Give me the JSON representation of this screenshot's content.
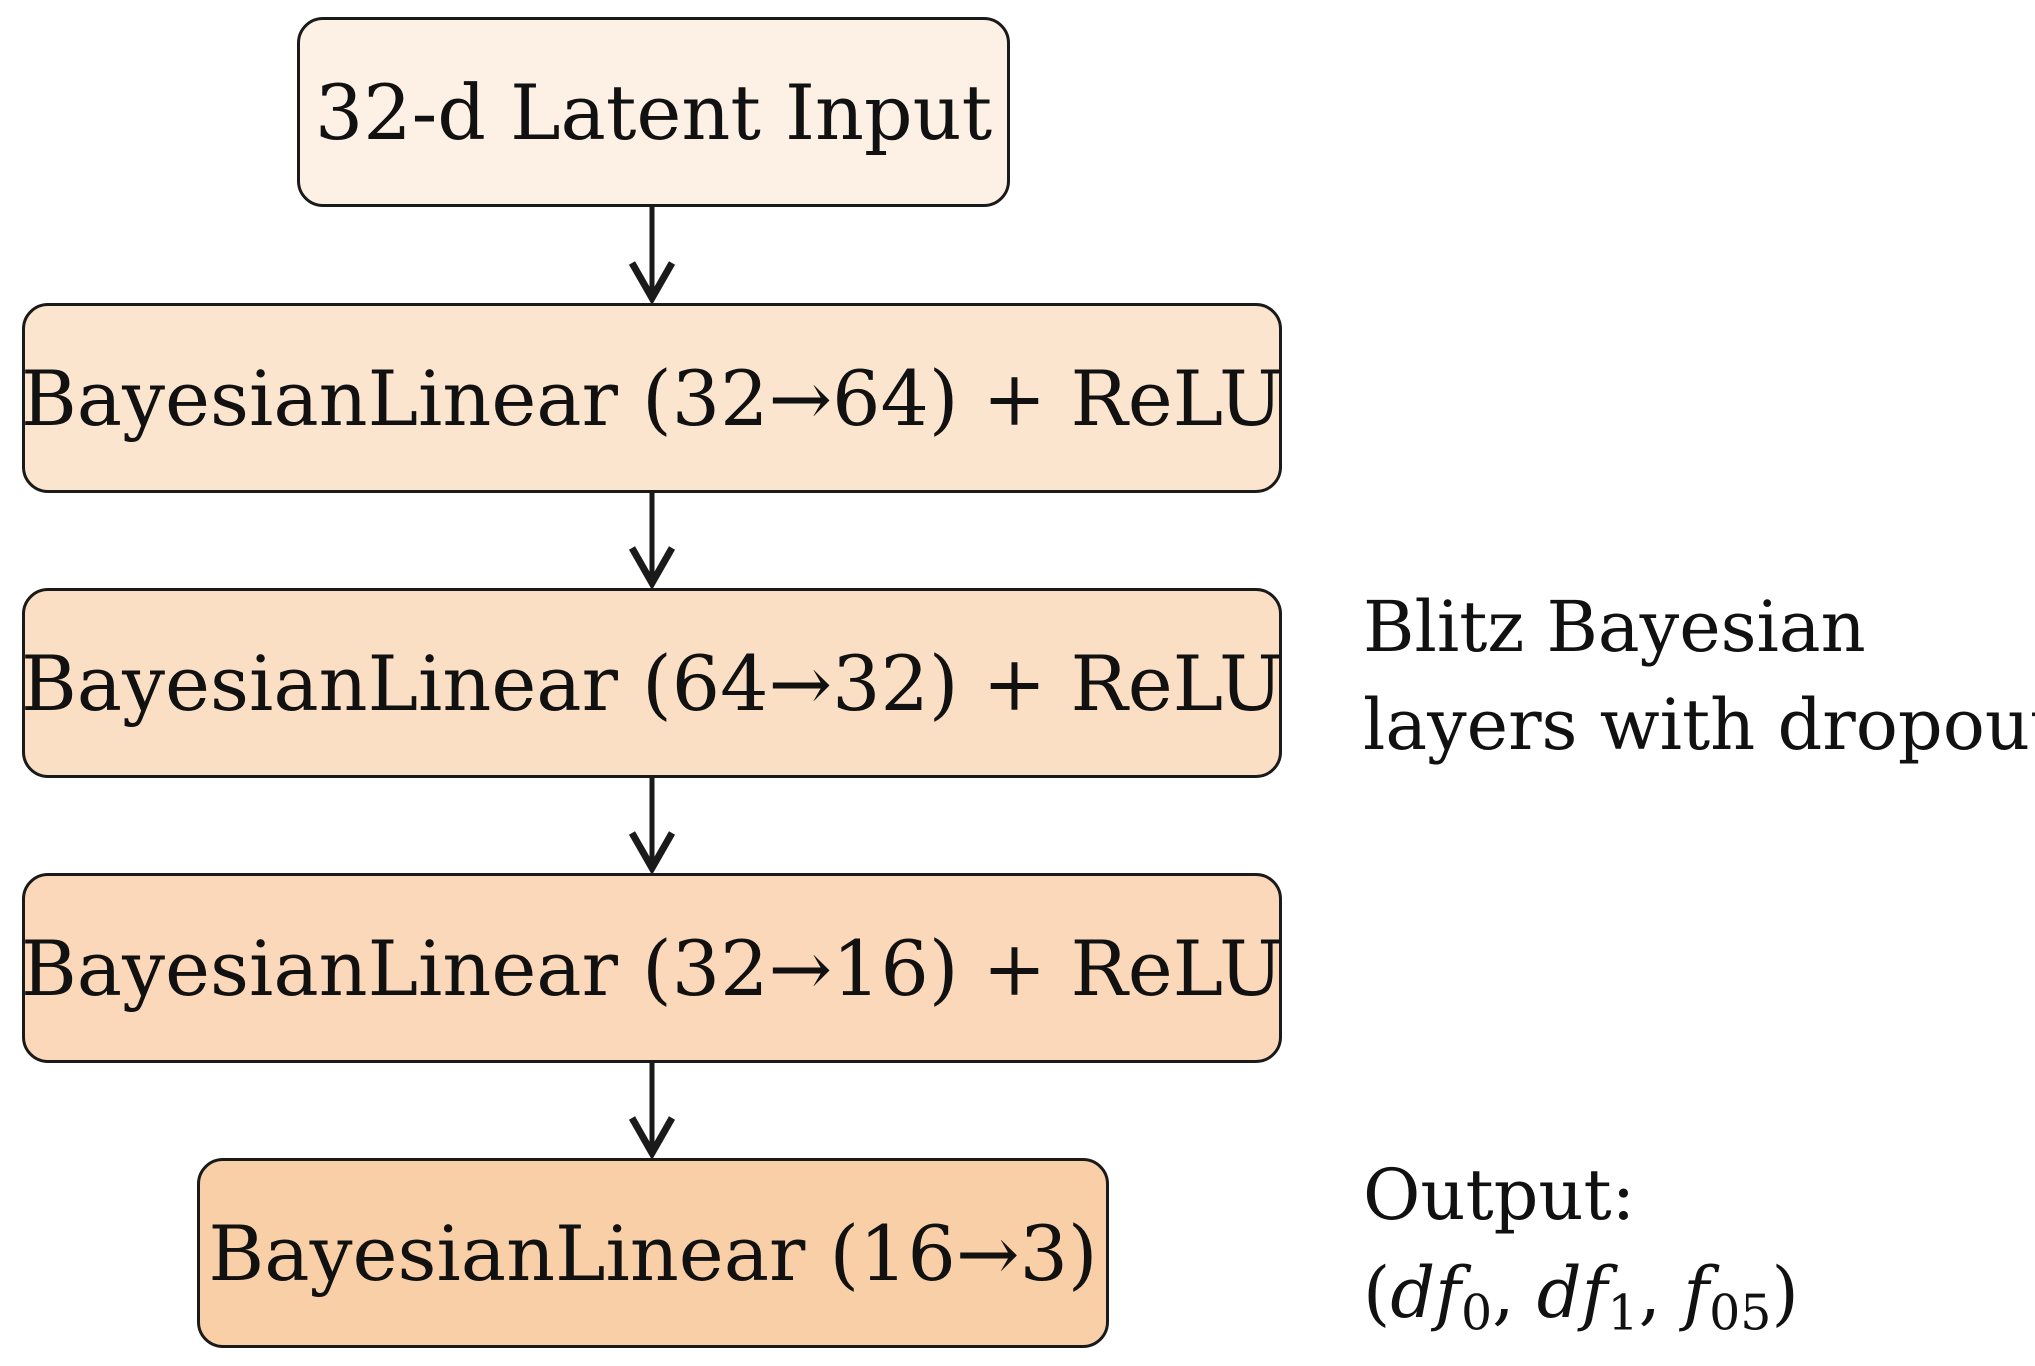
{
  "nodes": [
    {
      "id": "input",
      "label": "32-d Latent Input"
    },
    {
      "id": "layer1",
      "label": "BayesianLinear (32→64) + ReLU"
    },
    {
      "id": "layer2",
      "label": "BayesianLinear (64→32) + ReLU"
    },
    {
      "id": "layer3",
      "label": "BayesianLinear (32→16) + ReLU"
    },
    {
      "id": "layer4",
      "label": "BayesianLinear (16→3)"
    }
  ],
  "edges": [
    {
      "from": "input",
      "to": "layer1"
    },
    {
      "from": "layer1",
      "to": "layer2"
    },
    {
      "from": "layer2",
      "to": "layer3"
    },
    {
      "from": "layer3",
      "to": "layer4"
    }
  ],
  "annotations": {
    "layers_line1": "Blitz Bayesian",
    "layers_line2": "layers with dropout",
    "output_title": "Output:",
    "output_open": "(",
    "output_d0": "d",
    "output_f0": "f",
    "output_sub0": "0",
    "output_sep1": ", ",
    "output_d1": "d",
    "output_f1": "f",
    "output_sub1": "1",
    "output_sep2": ", ",
    "output_f05": "f",
    "output_sub05": "05",
    "output_close": ")"
  }
}
